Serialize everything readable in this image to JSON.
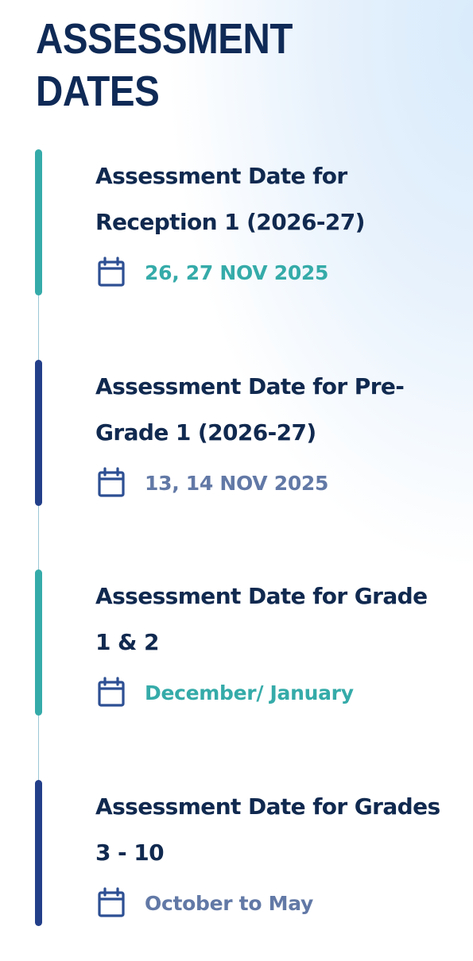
{
  "heading": {
    "line1": "ASSESSMENT",
    "line2": "DATES"
  },
  "colors": {
    "heading": "#0f2a56",
    "teal_accent": "#35aba9",
    "navy_accent": "#233f8a",
    "muted_date": "#6279a6",
    "icon": "#2d4f93"
  },
  "items": [
    {
      "title": "Assessment Date for Reception 1 (2026-27)",
      "icon": "calendar-icon",
      "date": "26, 27 NOV 2025",
      "accent": "teal"
    },
    {
      "title": "Assessment Date for Pre-Grade 1 (2026-27)",
      "icon": "calendar-icon",
      "date": "13, 14 NOV 2025",
      "accent": "navy"
    },
    {
      "title": "Assessment Date for Grade 1 & 2",
      "icon": "calendar-icon",
      "date": "December/ January",
      "accent": "teal"
    },
    {
      "title": "Assessment Date for Grades 3 - 10",
      "icon": "calendar-icon",
      "date": "October to May",
      "accent": "navy"
    }
  ]
}
